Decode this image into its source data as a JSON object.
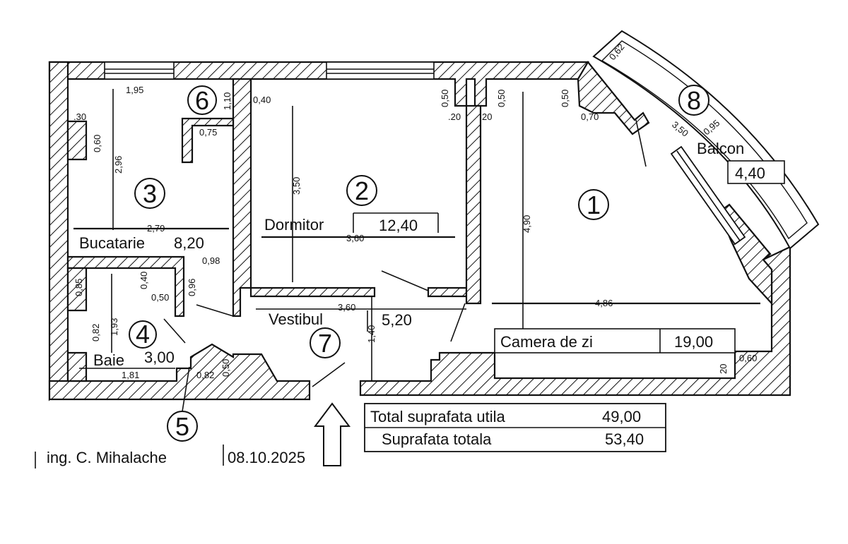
{
  "rooms": [
    {
      "number": "1",
      "name": "Camera de zi",
      "area": "19,00"
    },
    {
      "number": "2",
      "name": "Dormitor",
      "area": "12,40"
    },
    {
      "number": "3",
      "name": "Bucatarie",
      "area": "8,20"
    },
    {
      "number": "4",
      "name": "Baie",
      "area": "3,00"
    },
    {
      "number": "5"
    },
    {
      "number": "6"
    },
    {
      "number": "7",
      "name": "Vestibul",
      "area": "5,20"
    },
    {
      "number": "8",
      "name": "Balcon",
      "area": "4,40"
    }
  ],
  "dimensions": {
    "d_1_95": "1,95",
    "d_1_10": "1,10",
    "d_0_40_a": "0,40",
    "d_0_50_a": "0,50",
    "d_0_50_b": "0,50",
    "d_0_50_c": "0,50",
    "d_020_a": ".20",
    "d_20_b": "20",
    "d_0_62": "0,62",
    "d_0_70": "0,70",
    "d_3_50_bal": "3,50",
    "d_0_95": "0,95",
    "d_30": ".30",
    "d_0_60_a": "0,60",
    "d_0_75": "0,75",
    "d_2_96": "2,96",
    "d_3_50": "3,50",
    "d_4_90": "4,90",
    "d_2_79": "2,79",
    "d_3_60_a": "3,60",
    "d_0_98": "0,98",
    "d_0_85": "0,85",
    "d_0_40_b": "0,40",
    "d_0_50_d": "0,50",
    "d_0_96": "0,96",
    "d_1_93": "1,93",
    "d_0_82_a": "0,82",
    "d_3_60_b": "3,60",
    "d_4_86": "4,86",
    "d_1_40": "1,40",
    "d_1_81": "1,81",
    "d_0_82_b": "0,82",
    "d_0_50_e": "0,50",
    "d_20_c": "20",
    "d_0_60_b": "0,60"
  },
  "summary": {
    "total_util_label": "Total suprafata utila",
    "total_util_value": "49,00",
    "total_label": "Suprafata totala",
    "total_value": "53,40"
  },
  "footer": {
    "engineer": "ing. C. Mihalache",
    "date": "08.10.2025"
  }
}
